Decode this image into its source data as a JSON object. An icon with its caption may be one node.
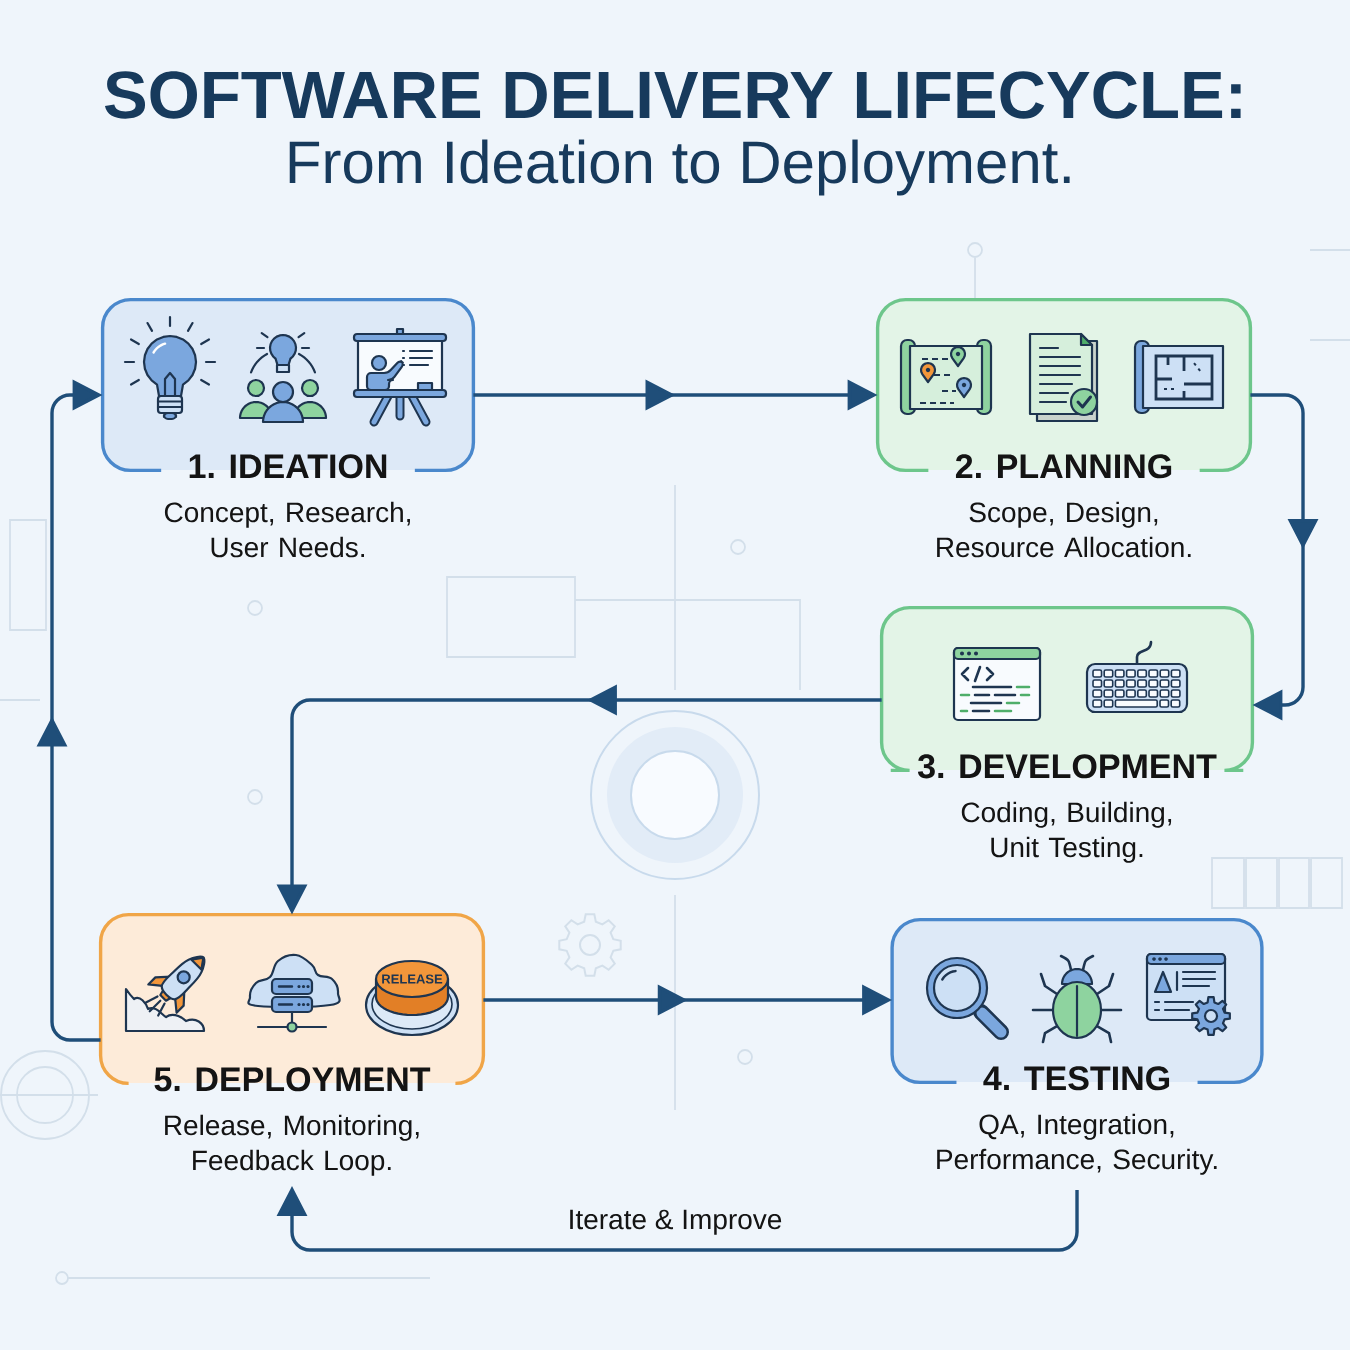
{
  "diagram": {
    "title": "SOFTWARE DELIVERY LIFECYCLE:",
    "nodes": [
      {
        "text": [
          "1. IDEATION",
          "Concept, Research, User Needs."
        ]
      },
      {
        "text": [
          "2. PLANNING",
          "Scope, Design, Resource Allocation."
        ]
      },
      {
        "text": [
          "3. DEVELOPMENT",
          "Coding, Building, Unit Testing."
        ]
      },
      {
        "text": [
          "4. TESTING",
          "QA, Integration, Performance, Security."
        ]
      },
      {
        "text": [
          "5. DEPLOYMENT",
          "Release, Monitoring, Feedback Loop."
        ]
      }
    ],
    "edges": [
      {
        "from": 0,
        "to": 1,
        "arrow": "to"
      },
      {
        "from": 1,
        "to": 2,
        "arrow": "to"
      },
      {
        "from": 2,
        "to": 4,
        "arrow": "to"
      },
      {
        "from": 4,
        "to": 3,
        "arrow": "to"
      },
      {
        "from": 3,
        "to": 4,
        "arrow": "to",
        "label": "Iterate & Improve"
      },
      {
        "from": 4,
        "to": 0,
        "arrow": "to"
      }
    ],
    "labels": [
      "From Ideation to Deployment.",
      "RELEASE"
    ]
  }
}
